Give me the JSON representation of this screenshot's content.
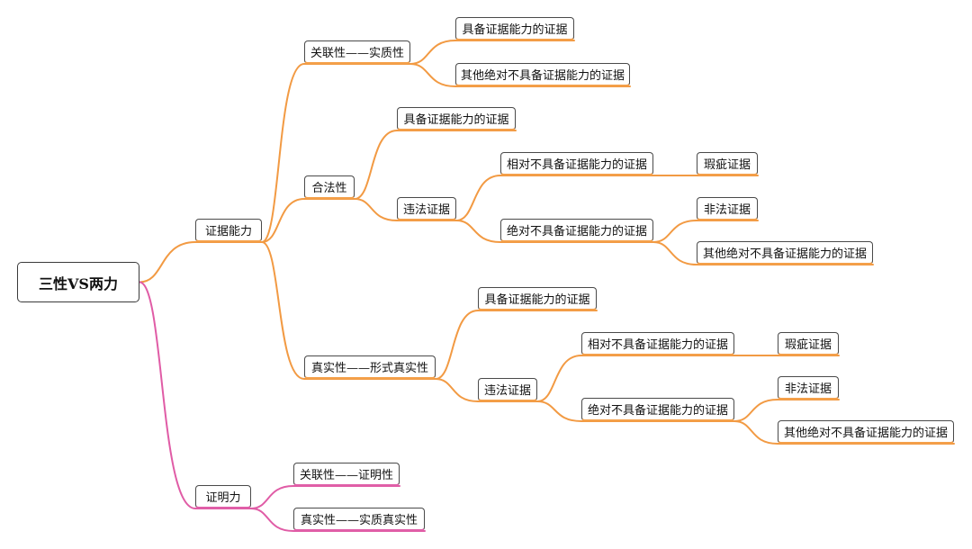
{
  "colors": {
    "orange": "#f29a43",
    "pink": "#e05ca6"
  },
  "nodes": {
    "root": "三性VS两力",
    "zjnl": "证据能力",
    "zml": "证明力",
    "glx": "关联性——实质性",
    "glx_a": "具备证据能力的证据",
    "glx_b": "其他绝对不具备证据能力的证据",
    "hfx": "合法性",
    "hfx_a": "具备证据能力的证据",
    "hfx_wf": "违法证据",
    "hfx_xd": "相对不具备证据能力的证据",
    "hfx_xd_a": "瑕疵证据",
    "hfx_jd": "绝对不具备证据能力的证据",
    "hfx_jd_a": "非法证据",
    "hfx_jd_b": "其他绝对不具备证据能力的证据",
    "zsx": "真实性——形式真实性",
    "zsx_a": "具备证据能力的证据",
    "zsx_wf": "违法证据",
    "zsx_xd": "相对不具备证据能力的证据",
    "zsx_xd_a": "瑕疵证据",
    "zsx_jd": "绝对不具备证据能力的证据",
    "zsx_jd_a": "非法证据",
    "zsx_jd_b": "其他绝对不具备证据能力的证据",
    "zml_a": "关联性——证明性",
    "zml_b": "真实性——实质真实性"
  }
}
